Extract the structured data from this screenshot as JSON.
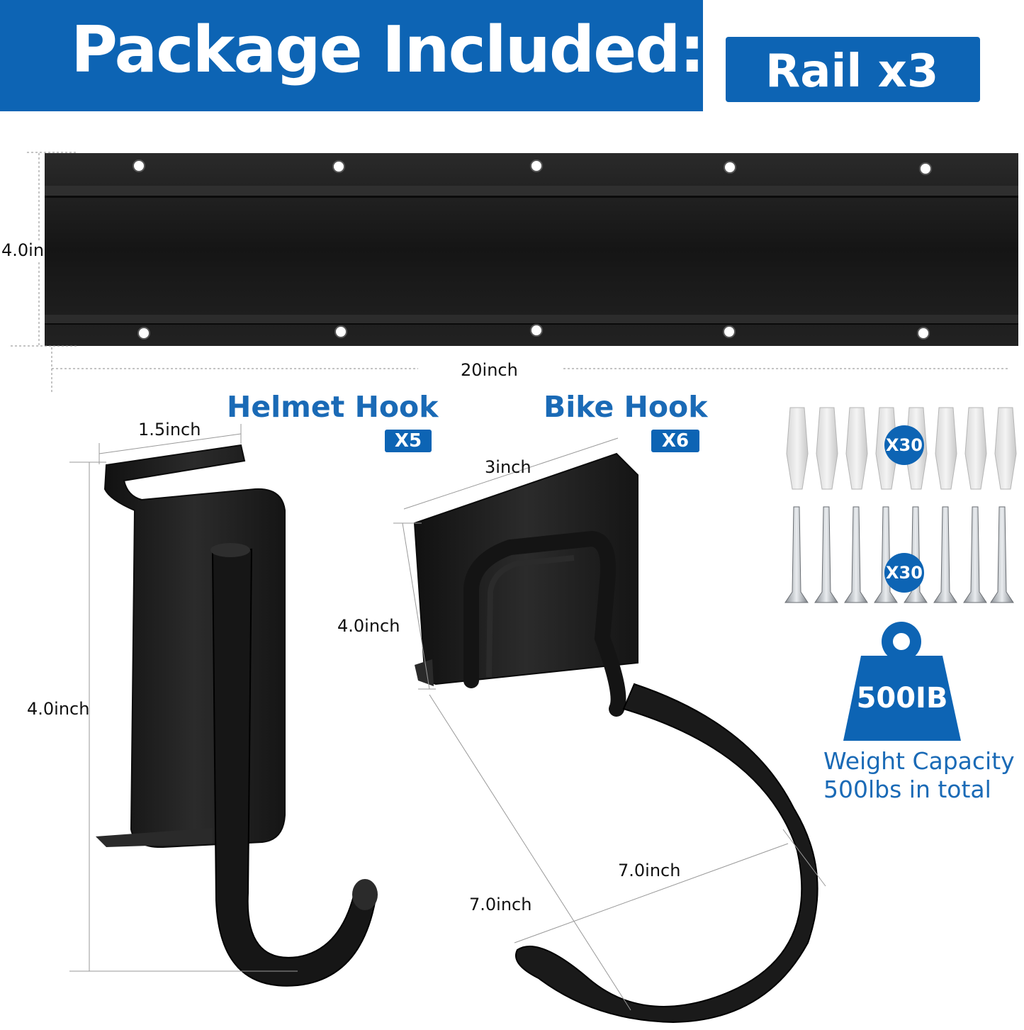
{
  "title": "Package Included:",
  "rail": {
    "label": "Rail x3",
    "height": "4.0in",
    "length": "20inch"
  },
  "helmet_hook": {
    "name": "Helmet Hook",
    "qty": "X5",
    "width": "1.5inch",
    "height": "4.0inch"
  },
  "bike_hook": {
    "name": "Bike Hook",
    "qty": "X6",
    "width": "3inch",
    "height": "4.0inch",
    "reach": "7.0inch",
    "depth": "7.0inch"
  },
  "anchors": {
    "qty": "X30"
  },
  "screws": {
    "qty": "X30"
  },
  "weight": {
    "badge": "500IB",
    "caption_line1": "Weight Capacity",
    "caption_line2": "500lbs in total"
  },
  "colors": {
    "brand_blue": "#0d64b4",
    "heading_blue": "#1a6ab6",
    "product_black": "#1b1b1b"
  }
}
